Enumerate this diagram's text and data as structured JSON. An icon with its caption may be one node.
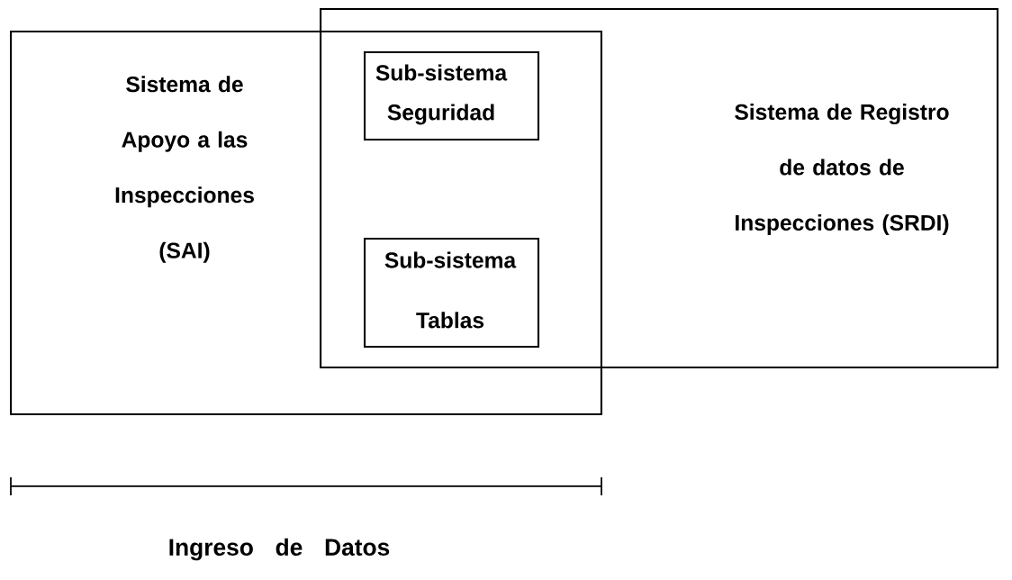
{
  "diagram": {
    "nodes": [
      {
        "text": [
          "Sistema de Apoyo a las Inspecciones (SAI)"
        ]
      },
      {
        "text": [
          "Sistema de Registro de datos de Inspecciones (SRDI)"
        ]
      },
      {
        "text": [
          "Sub-sistema Seguridad"
        ]
      },
      {
        "text": [
          "Sub-sistema Tablas"
        ]
      }
    ],
    "labels": [
      "Ingreso de Datos"
    ]
  }
}
